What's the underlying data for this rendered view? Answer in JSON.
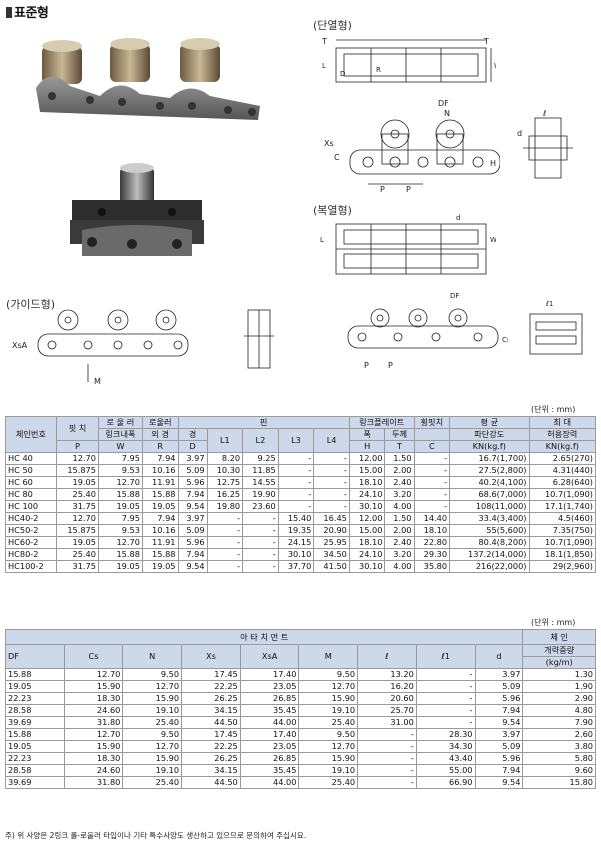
{
  "page_title": "표준형",
  "diagram_labels": {
    "single_strand": "(단열형)",
    "double_strand": "(복열형)",
    "guide_type": "(가이드형)"
  },
  "unit_label": "(단위 : mm)",
  "table1": {
    "headers_top": [
      "체인번호",
      "핏 치",
      "로 울 러",
      "로울러",
      "핀",
      "링크플레이트",
      "횡핏치",
      "평 균",
      "최 대"
    ],
    "headers_mid": [
      "링크내폭",
      "외 경",
      "폭",
      "두께",
      "파단강도",
      "허용장력"
    ],
    "headers_pin": [
      "경",
      "L1",
      "L2",
      "L3",
      "L4"
    ],
    "headers_sym": [
      "P",
      "W",
      "R",
      "D",
      "H",
      "T",
      "C",
      "KN(kg.f)",
      "KN(kg.f)"
    ],
    "rows": [
      [
        "HC 40",
        "12.70",
        "7.95",
        "7.94",
        "3.97",
        "8.20",
        "9.25",
        "-",
        "-",
        "12.00",
        "1.50",
        "-",
        "16.7(1,700)",
        "2.65(270)"
      ],
      [
        "HC 50",
        "15.875",
        "9.53",
        "10.16",
        "5.09",
        "10.30",
        "11.85",
        "-",
        "-",
        "15.00",
        "2.00",
        "-",
        "27.5(2,800)",
        "4.31(440)"
      ],
      [
        "HC 60",
        "19.05",
        "12.70",
        "11.91",
        "5.96",
        "12.75",
        "14.55",
        "-",
        "-",
        "18.10",
        "2.40",
        "-",
        "40.2(4,100)",
        "6.28(640)"
      ],
      [
        "HC 80",
        "25.40",
        "15.88",
        "15.88",
        "7.94",
        "16.25",
        "19.90",
        "-",
        "-",
        "24.10",
        "3.20",
        "-",
        "68.6(7,000)",
        "10.7(1,090)"
      ],
      [
        "HC 100",
        "31.75",
        "19.05",
        "19.05",
        "9.54",
        "19.80",
        "23.60",
        "-",
        "-",
        "30.10",
        "4.00",
        "-",
        "108(11,000)",
        "17.1(1,740)"
      ],
      [
        "HC40-2",
        "12.70",
        "7.95",
        "7.94",
        "3.97",
        "-",
        "-",
        "15.40",
        "16.45",
        "12.00",
        "1.50",
        "14.40",
        "33.4(3,400)",
        "4.5(460)"
      ],
      [
        "HC50-2",
        "15.875",
        "9.53",
        "10.16",
        "5.09",
        "-",
        "-",
        "19.35",
        "20.90",
        "15.00",
        "2.00",
        "18.10",
        "55(5,600)",
        "7.35(750)"
      ],
      [
        "HC60-2",
        "19.05",
        "12.70",
        "11.91",
        "5.96",
        "-",
        "-",
        "24.15",
        "25.95",
        "18.10",
        "2.40",
        "22.80",
        "80.4(8,200)",
        "10.7(1,090)"
      ],
      [
        "HC80-2",
        "25.40",
        "15.88",
        "15.88",
        "7.94",
        "-",
        "-",
        "30.10",
        "34.50",
        "24.10",
        "3.20",
        "29.30",
        "137.2(14,000)",
        "18.1(1,850)"
      ],
      [
        "HC100-2",
        "31.75",
        "19.05",
        "19.05",
        "9.54",
        "-",
        "-",
        "37.70",
        "41.50",
        "30.10",
        "4.00",
        "35.80",
        "216(22,000)",
        "29(2,960)"
      ]
    ]
  },
  "table2": {
    "group_header": "아 타 치 먼 트",
    "weight_header": [
      "체 인",
      "개략중량",
      "(kg/m)"
    ],
    "headers": [
      "DF",
      "Cs",
      "N",
      "Xs",
      "XsA",
      "M",
      "ℓ",
      "ℓ1",
      "d"
    ],
    "rows": [
      [
        "15.88",
        "12.70",
        "9.50",
        "17.45",
        "17.40",
        "9.50",
        "13.20",
        "-",
        "3.97",
        "1.30"
      ],
      [
        "19.05",
        "15.90",
        "12.70",
        "22.25",
        "23.05",
        "12.70",
        "16.20",
        "-",
        "5.09",
        "1.90"
      ],
      [
        "22.23",
        "18.30",
        "15.90",
        "26.25",
        "26.85",
        "15.90",
        "20.60",
        "-",
        "5.96",
        "2.90"
      ],
      [
        "28.58",
        "24.60",
        "19.10",
        "34.15",
        "35.45",
        "19.10",
        "25.70",
        "-",
        "7.94",
        "4.80"
      ],
      [
        "39.69",
        "31.80",
        "25.40",
        "44.50",
        "44.00",
        "25.40",
        "31.00",
        "-",
        "9.54",
        "7.90"
      ],
      [
        "15.88",
        "12.70",
        "9.50",
        "17.45",
        "17.40",
        "9.50",
        "-",
        "28.30",
        "3.97",
        "2.60"
      ],
      [
        "19.05",
        "15.90",
        "12.70",
        "22.25",
        "23.05",
        "12.70",
        "-",
        "34.30",
        "5.09",
        "3.80"
      ],
      [
        "22.23",
        "18.30",
        "15.90",
        "26.25",
        "26.85",
        "15.90",
        "-",
        "43.40",
        "5.96",
        "5.80"
      ],
      [
        "28.58",
        "24.60",
        "19.10",
        "34.15",
        "35.45",
        "19.10",
        "-",
        "55.00",
        "7.94",
        "9.60"
      ],
      [
        "39.69",
        "31.80",
        "25.40",
        "44.50",
        "44.00",
        "25.40",
        "-",
        "66.90",
        "9.54",
        "15.80"
      ]
    ]
  },
  "footnote": "주) 위 사양은 2링크 롤-로울러 타입이나 기타 특수사양도 생산하고 있으므로 문의하여 주십시요."
}
